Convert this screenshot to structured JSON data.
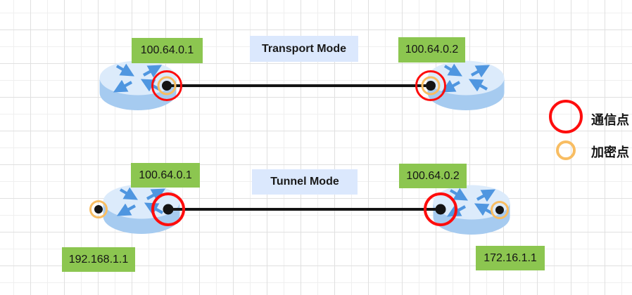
{
  "diagram": {
    "transport": {
      "title": "Transport Mode",
      "left_router_ip": "100.64.0.1",
      "right_router_ip": "100.64.0.2"
    },
    "tunnel": {
      "title": "Tunnel Mode",
      "left_router_ip": "100.64.0.1",
      "right_router_ip": "100.64.0.2",
      "left_host_ip": "192.168.1.1",
      "right_host_ip": "172.16.1.1"
    },
    "legend": {
      "communication_point": "通信点",
      "encryption_point": "加密点"
    },
    "colors": {
      "communication_ring": "#fe0d0d",
      "encryption_ring": "#f8bd62",
      "ip_label_bg": "#8cc650",
      "mode_label_bg": "#dbe8fd",
      "router_top": "#dcebfb",
      "router_body": "#a6cbf0",
      "router_arrows": "#4f96e0",
      "link_line": "#141414"
    }
  }
}
